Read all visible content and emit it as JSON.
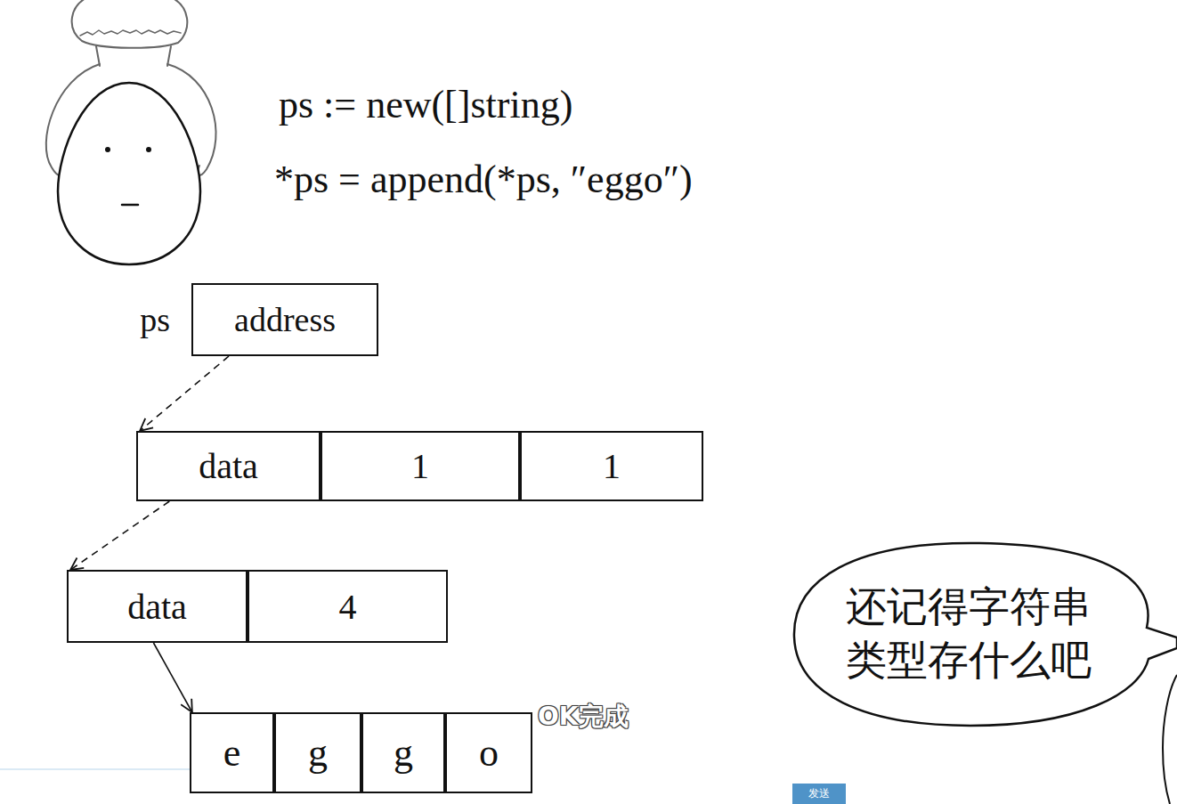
{
  "diagram": {
    "nodes": [
      {
        "text": [
          "ps",
          "address"
        ]
      },
      {
        "text": [
          "data"
        ]
      },
      {
        "text": [
          "1"
        ]
      },
      {
        "text": [
          "1"
        ]
      },
      {
        "text": [
          "data"
        ]
      },
      {
        "text": [
          "4"
        ]
      },
      {
        "text": [
          "e"
        ]
      },
      {
        "text": [
          "g"
        ]
      },
      {
        "text": [
          "g"
        ]
      },
      {
        "text": [
          "o"
        ]
      }
    ],
    "edges": [
      {
        "from": 0,
        "to": 1,
        "arrow": "to"
      },
      {
        "from": 1,
        "to": 4,
        "arrow": "to"
      },
      {
        "from": 4,
        "to": 6,
        "arrow": "to"
      }
    ],
    "labels": [
      "ps := new([]string)",
      "*ps = append(*ps, ″eggo″)",
      "还记得字符串类型存什么吧",
      "OK完成",
      "发送"
    ]
  }
}
